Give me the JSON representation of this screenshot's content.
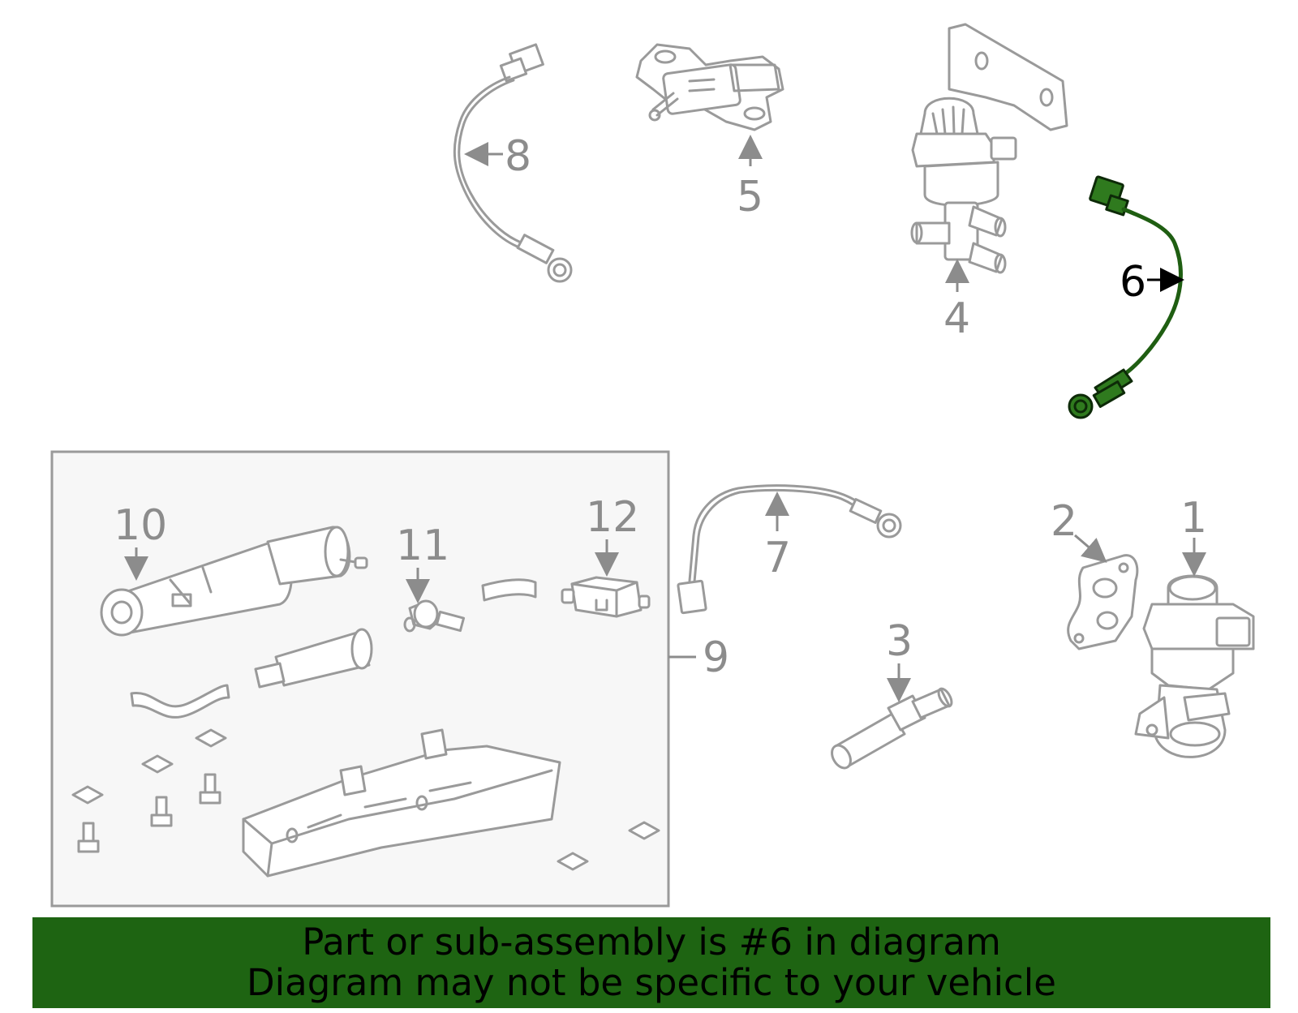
{
  "callouts": {
    "c1": "1",
    "c2": "2",
    "c3": "3",
    "c4": "4",
    "c5": "5",
    "c6": "6",
    "c7": "7",
    "c8": "8",
    "c9": "9",
    "c10": "10",
    "c11": "11",
    "c12": "12"
  },
  "highlight": {
    "part_callout": "6",
    "color": "#1e6412"
  },
  "banner": {
    "line1": "Part or sub-assembly is #6 in diagram",
    "line2": "Diagram may not be specific to your vehicle",
    "background": "#1e6412"
  }
}
